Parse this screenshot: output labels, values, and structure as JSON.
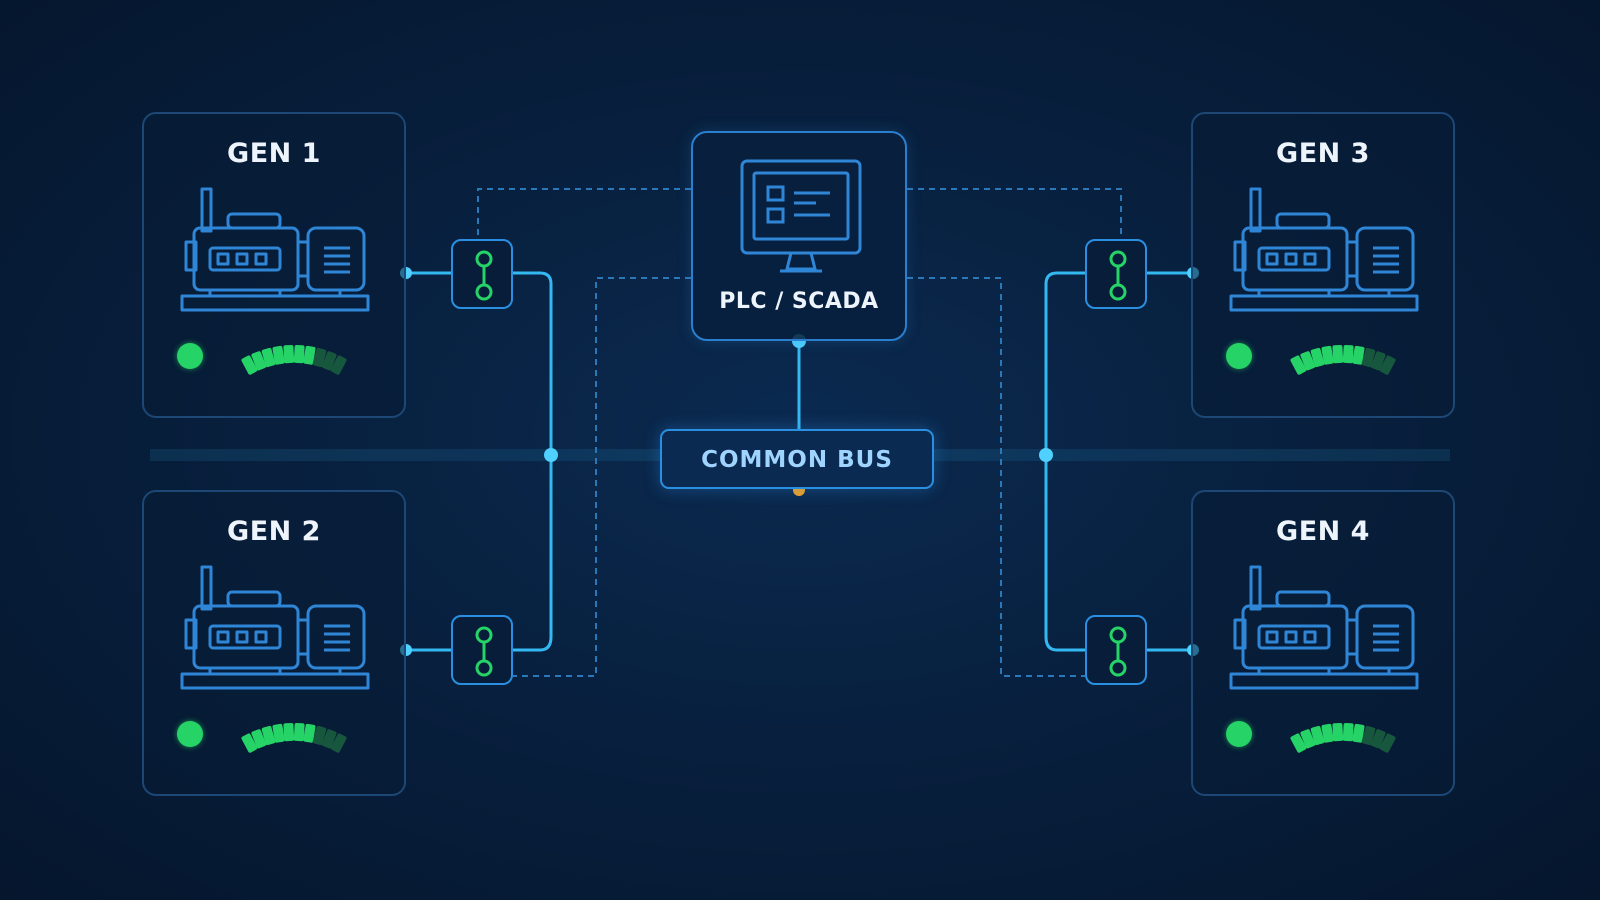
{
  "diagram": {
    "generators": [
      {
        "name": "GEN 1",
        "status": "online",
        "load_segments_lit": 7,
        "load_segments_total": 10
      },
      {
        "name": "GEN 2",
        "status": "online",
        "load_segments_lit": 7,
        "load_segments_total": 10
      },
      {
        "name": "GEN 3",
        "status": "online",
        "load_segments_lit": 7,
        "load_segments_total": 10
      },
      {
        "name": "GEN 4",
        "status": "online",
        "load_segments_lit": 7,
        "load_segments_total": 10
      }
    ],
    "controller": {
      "label": "PLC / SCADA",
      "icon": "monitor-icon"
    },
    "bus": {
      "label": "COMMON BUS"
    },
    "breakers": [
      {
        "for": "GEN 1",
        "icon": "breaker-icon"
      },
      {
        "for": "GEN 2",
        "icon": "breaker-icon"
      },
      {
        "for": "GEN 3",
        "icon": "breaker-icon"
      },
      {
        "for": "GEN 4",
        "icon": "breaker-icon"
      }
    ],
    "colors": {
      "background": "#061a33",
      "wire": "#34b8f2",
      "control_link": "#2a78b8",
      "status_ok": "#25d366",
      "accent": "#f0a020"
    }
  }
}
